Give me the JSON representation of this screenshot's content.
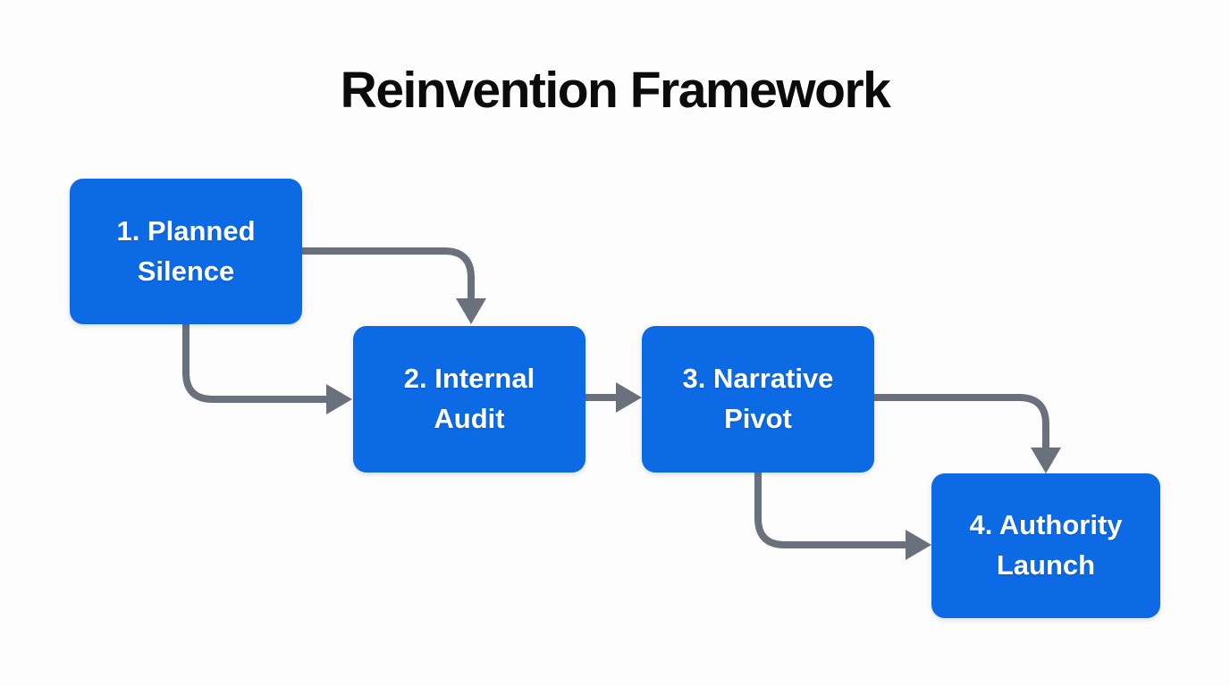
{
  "title": "Reinvention Framework",
  "diagram": {
    "type": "flowchart",
    "nodes": [
      {
        "id": "planned-silence",
        "step": 1,
        "label": "1. Planned Silence"
      },
      {
        "id": "internal-audit",
        "step": 2,
        "label": "2. Internal Audit"
      },
      {
        "id": "narrative-pivot",
        "step": 3,
        "label": "3. Narrative Pivot"
      },
      {
        "id": "authority-launch",
        "step": 4,
        "label": "4. Authority Launch"
      }
    ],
    "edges": [
      {
        "from": "planned-silence",
        "to": "internal-audit",
        "route": "right-then-down-into-top"
      },
      {
        "from": "planned-silence",
        "to": "internal-audit",
        "route": "down-then-right-into-left"
      },
      {
        "from": "internal-audit",
        "to": "narrative-pivot",
        "route": "straight-right-into-left"
      },
      {
        "from": "narrative-pivot",
        "to": "authority-launch",
        "route": "right-then-down-into-top"
      },
      {
        "from": "narrative-pivot",
        "to": "authority-launch",
        "route": "down-then-right-into-left"
      }
    ]
  },
  "colors": {
    "background": "#fdfdfd",
    "node_fill": "#0c6ae4",
    "node_text": "#ffffff",
    "arrow": "#6b717c",
    "title_text": "#0b0b0b"
  }
}
